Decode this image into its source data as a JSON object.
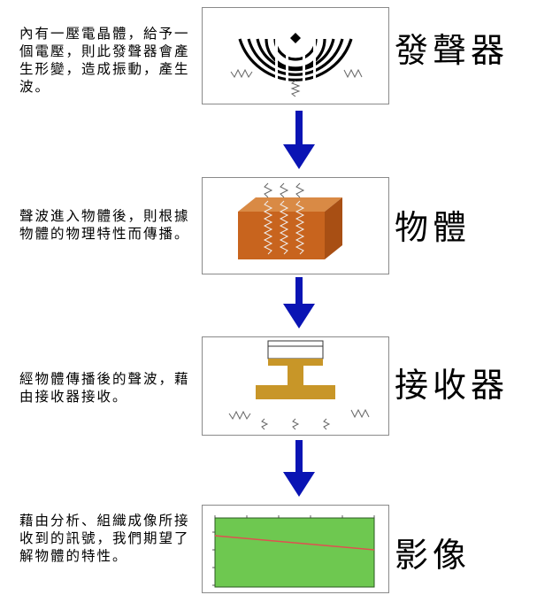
{
  "stages": [
    {
      "description": "內有一壓電晶體，給予一個電壓，則此發聲器會產生形變，造成振動，產生波。",
      "label": "發聲器"
    },
    {
      "description": "聲波進入物體後，則根據物體的物理特性而傳播。",
      "label": "物體"
    },
    {
      "description": "經物體傳播後的聲波，藉由接收器接收。",
      "label": "接收器"
    },
    {
      "description": "藉由分析、組織成像所接收到的訊號，我們期望了解物體的特性。",
      "label": "影像"
    }
  ],
  "colors": {
    "arrow": "#0a14b4",
    "object": "#c8641e",
    "receiver": "#c89628",
    "image_plot": "#6ec850",
    "image_line": "#e05050"
  }
}
